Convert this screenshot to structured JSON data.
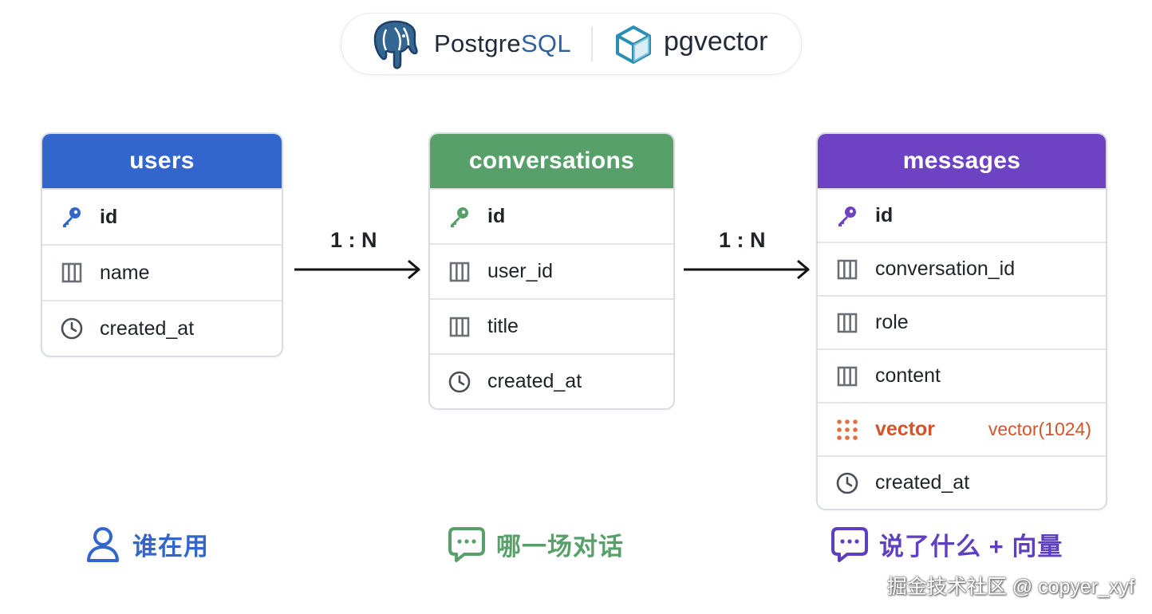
{
  "header": {
    "postgres": {
      "prefix": "Postgre",
      "suffix": "SQL",
      "icon": "postgresql-elephant-icon"
    },
    "pgvector": {
      "label": "pgvector",
      "icon": "pgvector-cube-icon"
    }
  },
  "tables": {
    "users": {
      "title": "users",
      "color": "#3366cc",
      "fields": [
        {
          "name": "id",
          "icon": "key-icon"
        },
        {
          "name": "name",
          "icon": "column-icon"
        },
        {
          "name": "created_at",
          "icon": "clock-icon"
        }
      ]
    },
    "conversations": {
      "title": "conversations",
      "color": "#58a06a",
      "fields": [
        {
          "name": "id",
          "icon": "key-icon"
        },
        {
          "name": "user_id",
          "icon": "column-icon"
        },
        {
          "name": "title",
          "icon": "column-icon"
        },
        {
          "name": "created_at",
          "icon": "clock-icon"
        }
      ]
    },
    "messages": {
      "title": "messages",
      "color": "#6e43c3",
      "fields": [
        {
          "name": "id",
          "icon": "key-icon"
        },
        {
          "name": "conversation_id",
          "icon": "column-icon"
        },
        {
          "name": "role",
          "icon": "column-icon"
        },
        {
          "name": "content",
          "icon": "column-icon"
        },
        {
          "name": "vector",
          "type": "vector(1024)",
          "icon": "vector-grid-icon"
        },
        {
          "name": "created_at",
          "icon": "clock-icon"
        }
      ]
    }
  },
  "relations": {
    "users_conversations": "1 : N",
    "conversations_messages": "1 : N"
  },
  "captions": {
    "users": {
      "text": "谁在用",
      "icon": "user-icon"
    },
    "conversations": {
      "text": "哪一场对话",
      "icon": "chat-bubble-icon"
    },
    "messages": {
      "text": "说了什么 + 向量",
      "icon": "chat-bubble-icon"
    }
  },
  "watermark": "掘金技术社区 @ copyer_xyf"
}
